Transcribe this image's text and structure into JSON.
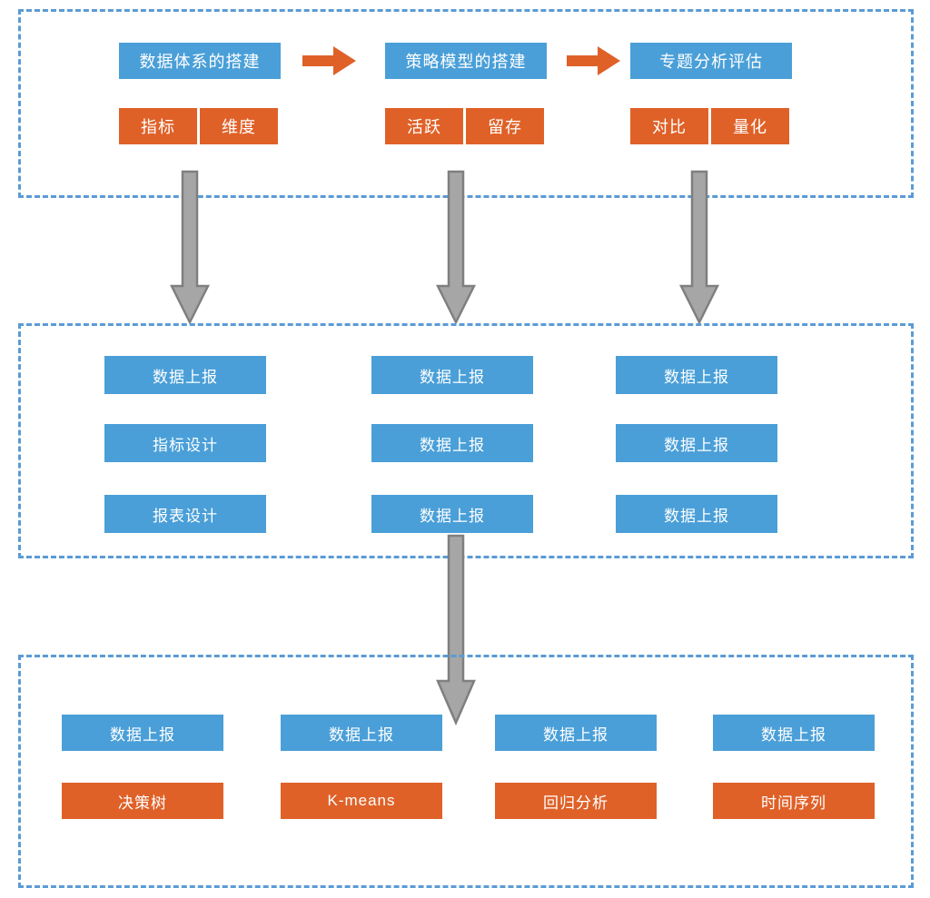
{
  "diagram": {
    "type": "flowchart",
    "colors": {
      "blue": "#4A9FD8",
      "orange": "#DF6128",
      "dashed_border": "#5B9BD5",
      "arrow_gray_fill": "#A6A6A6",
      "arrow_gray_stroke": "#7F7F7F",
      "background": "#FFFFFF"
    },
    "sections": [
      {
        "id": "section-1",
        "name": "top-process-section",
        "stages": [
          {
            "headline": "数据体系的搭建",
            "tags": [
              "指标",
              "维度"
            ]
          },
          {
            "headline": "策略模型的搭建",
            "tags": [
              "活跃",
              "留存"
            ]
          },
          {
            "headline": "专题分析评估",
            "tags": [
              "对比",
              "量化"
            ]
          }
        ],
        "connector_arrows": [
          "arrow-right",
          "arrow-right"
        ]
      },
      {
        "id": "section-2",
        "name": "middle-detail-section",
        "columns": [
          {
            "items": [
              "数据上报",
              "指标设计",
              "报表设计"
            ]
          },
          {
            "items": [
              "数据上报",
              "数据上报",
              "数据上报"
            ]
          },
          {
            "items": [
              "数据上报",
              "数据上报",
              "数据上报"
            ]
          }
        ]
      },
      {
        "id": "section-3",
        "name": "bottom-algorithm-section",
        "columns": [
          {
            "top": "数据上报",
            "bottom": "决策树"
          },
          {
            "top": "数据上报",
            "bottom": "K-means"
          },
          {
            "top": "数据上报",
            "bottom": "回归分析"
          },
          {
            "top": "数据上报",
            "bottom": "时间序列"
          }
        ]
      }
    ],
    "vertical_arrows": [
      {
        "name": "down-arrow-stage-1"
      },
      {
        "name": "down-arrow-stage-2"
      },
      {
        "name": "down-arrow-stage-3"
      },
      {
        "name": "down-arrow-to-algorithms"
      }
    ]
  }
}
